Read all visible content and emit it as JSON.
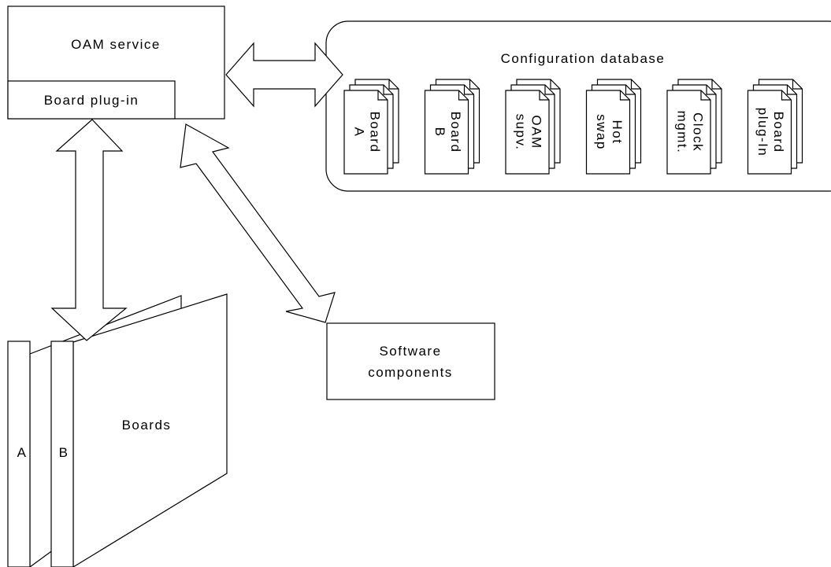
{
  "oam_service": {
    "title": "OAM service",
    "plugin_label": "Board plug-in"
  },
  "config_db": {
    "title": "Configuration database",
    "documents": [
      {
        "line1": "Board",
        "line2": "A"
      },
      {
        "line1": "Board",
        "line2": "B"
      },
      {
        "line1": "OAM",
        "line2": "supv."
      },
      {
        "line1": "Hot",
        "line2": "swap"
      },
      {
        "line1": "Clock",
        "line2": "mgmt."
      },
      {
        "line1": "Board",
        "line2": "plug-In"
      }
    ]
  },
  "software_components": {
    "line1": "Software",
    "line2": "components"
  },
  "boards": {
    "label": "Boards",
    "card_a": "A",
    "card_b": "B"
  }
}
